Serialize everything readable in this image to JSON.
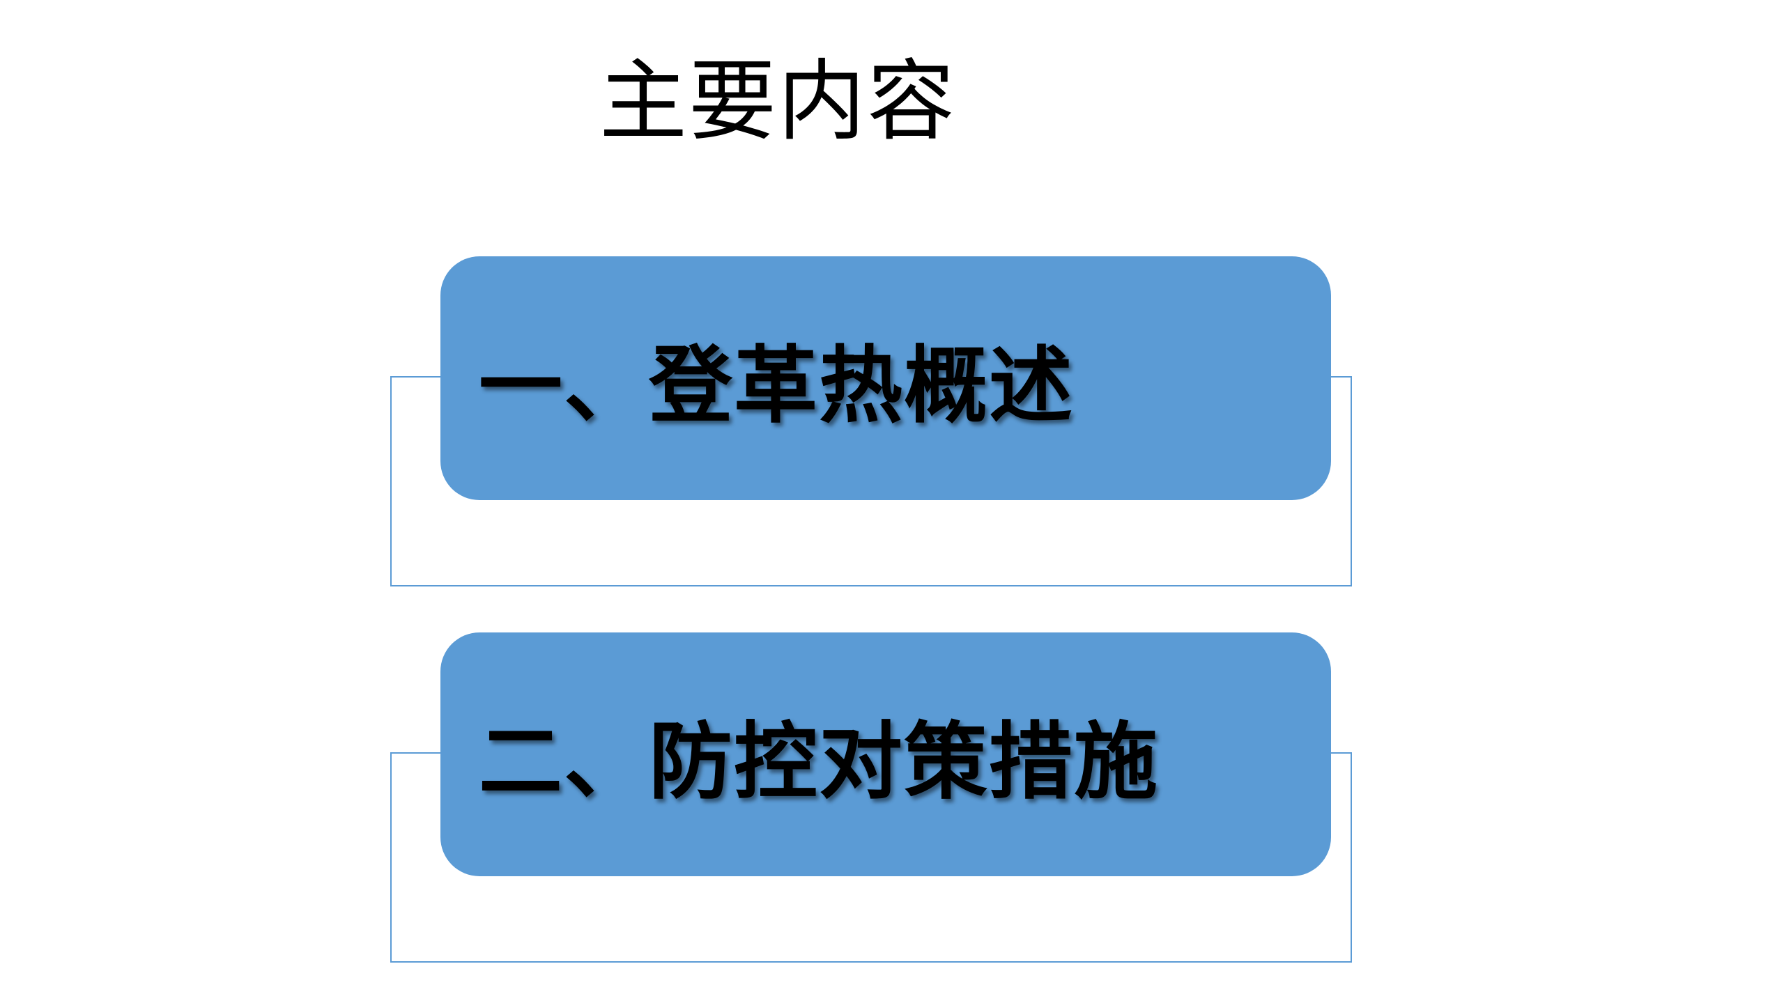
{
  "slide": {
    "title": "主要内容",
    "sections": [
      {
        "label": "一、登革热概述"
      },
      {
        "label": "二、防控对策措施"
      }
    ],
    "colors": {
      "box_fill": "#5b9bd5",
      "frame_line": "#5b9bd5",
      "text": "#000000",
      "background": "#ffffff"
    }
  }
}
